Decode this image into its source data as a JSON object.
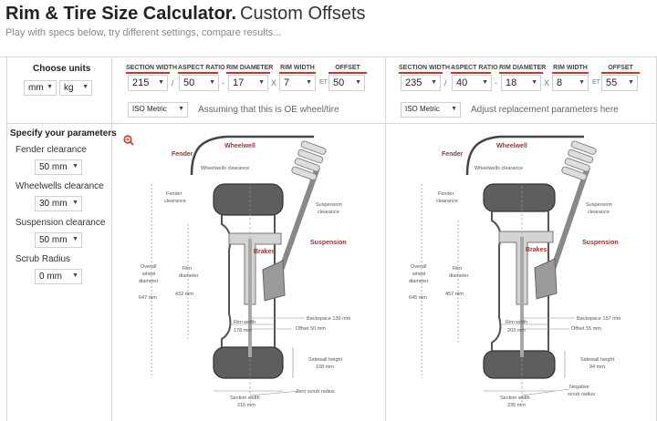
{
  "header": {
    "title": "Rim & Tire Size Calculator.",
    "title_suffix": "Custom Offsets",
    "subtitle": "Play with specs below, try different settings, compare results..."
  },
  "units": {
    "title": "Choose units",
    "length": "mm",
    "weight": "kg"
  },
  "params": {
    "title": "Specify your parameters",
    "fender_label": "Fender clearance",
    "fender_value": "50 mm",
    "wheelwell_label": "Wheelwells clearance",
    "wheelwell_value": "30 mm",
    "suspension_label": "Suspension clearance",
    "suspension_value": "50 mm",
    "scrub_label": "Scrub Radius",
    "scrub_value": "0 mm"
  },
  "spec_headers": {
    "section_width": "SECTION WIDTH",
    "aspect_ratio": "ASPECT RATIO",
    "rim_diameter": "RIM DIAMETER",
    "rim_width": "RIM WIDTH",
    "offset": "OFFSET"
  },
  "separators": {
    "slash": "/",
    "dash": "-",
    "x": "X",
    "et": "ET"
  },
  "oe": {
    "section_width": "215",
    "aspect_ratio": "50",
    "rim_diameter": "17",
    "rim_width": "7",
    "offset": "50",
    "standard": "ISO Metric",
    "note": "Assuming that this is OE wheel/tire"
  },
  "replacement": {
    "section_width": "235",
    "aspect_ratio": "40",
    "rim_diameter": "18",
    "rim_width": "8",
    "offset": "55",
    "standard": "ISO Metric",
    "note": "Adjust replacement parameters here"
  },
  "diagram_labels": {
    "fender": "Fender",
    "wheelwell": "Wheelwell",
    "wheelwells_clearance": "Wheelwells clearance",
    "fender_clearance_1": "Fender",
    "fender_clearance_2": "clearance",
    "suspension_clearance_1": "Suspension",
    "suspension_clearance_2": "clearance",
    "suspension": "Suspension",
    "brakes": "Brakes",
    "overall_1": "Overall",
    "overall_2": "wheel",
    "overall_3": "diameter",
    "rim_1": "Rim",
    "rim_2": "diameter",
    "rim_width": "Rim width",
    "sidewall": "Sidewall height",
    "section_width": "Section width",
    "zero_scrub": "Zero scrub radius",
    "negative_1": "Negative",
    "negative_2": "scrub radius"
  },
  "diagram_oe": {
    "overall_value": "647 mm",
    "rim_value": "432 mm",
    "backspace": "Backspace 139 mm",
    "offset": "Offset 50 mm",
    "rim_width_value": "178 mm",
    "sidewall_value": "108 mm",
    "section_value": "215 mm"
  },
  "diagram_rep": {
    "overall_value": "645 mm",
    "rim_value": "457 mm",
    "backspace": "Backspace 157 mm",
    "offset": "Offset 55 mm",
    "rim_width_value": "203 mm",
    "sidewall_value": "94 mm",
    "section_value": "235 mm"
  },
  "icons": {
    "zoom": "zoom-in-icon",
    "dropdown": "chevron-down-icon"
  },
  "colors": {
    "accent_red": "#c0392b",
    "label_red": "#a0332f",
    "tire_dark": "#555555"
  }
}
